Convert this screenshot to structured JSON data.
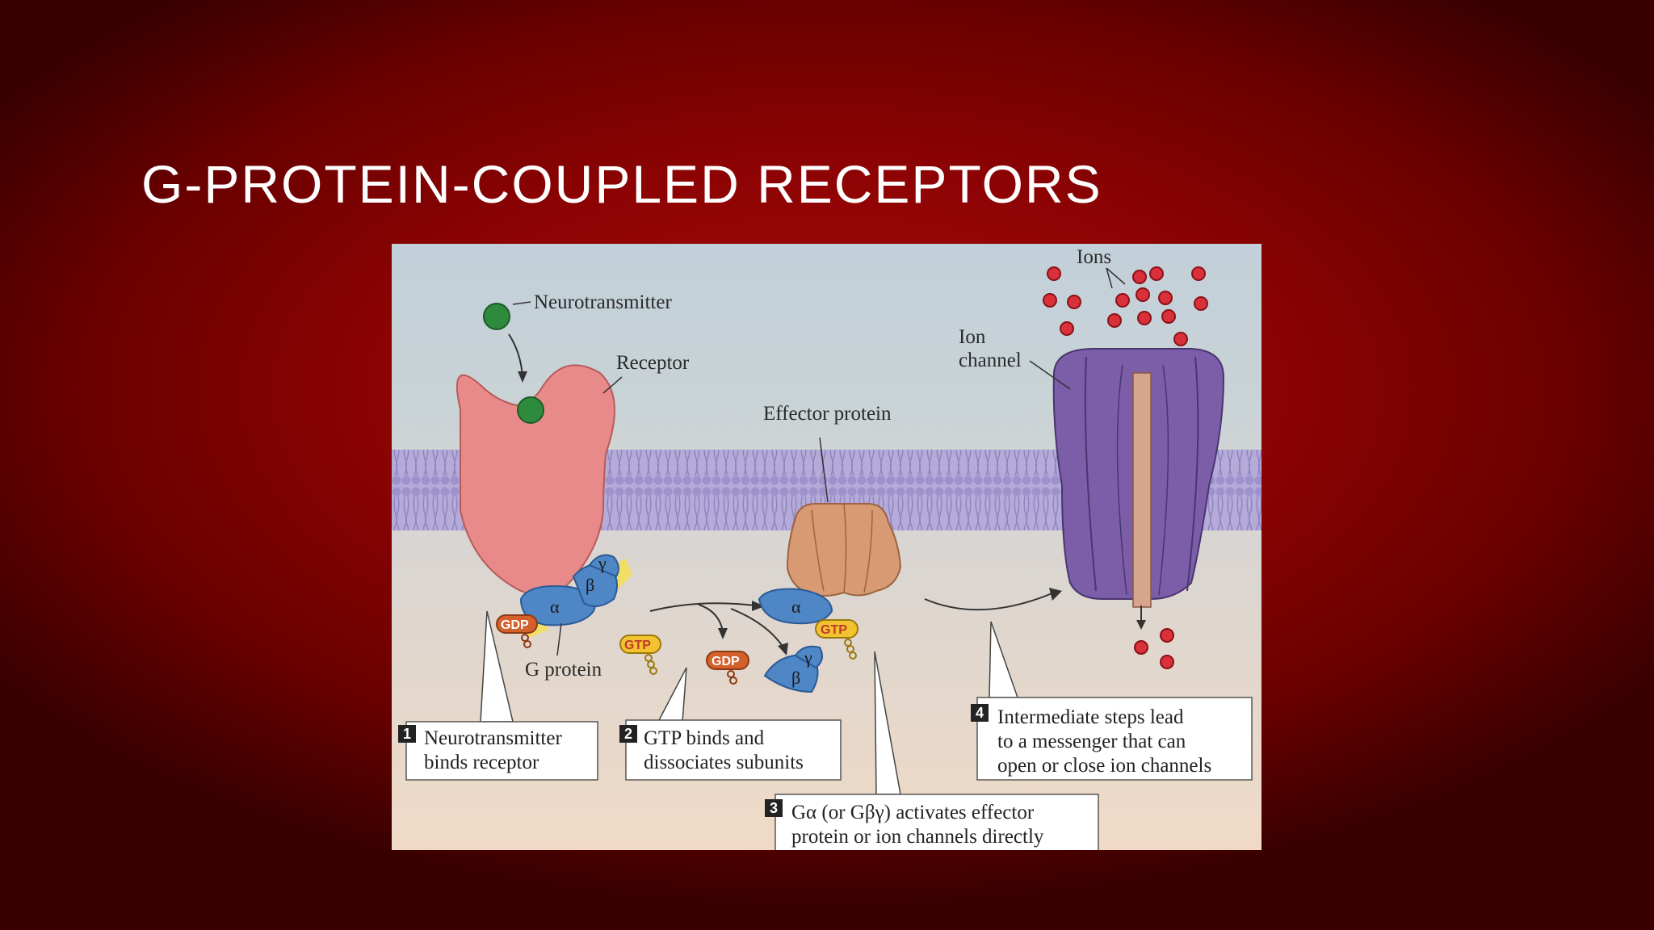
{
  "slide": {
    "title": "G-PROTEIN-COUPLED RECEPTORS"
  },
  "figure": {
    "labels": {
      "neurotransmitter": "Neurotransmitter",
      "receptor": "Receptor",
      "effector_protein": "Effector protein",
      "ions": "Ions",
      "ion_channel_line1": "Ion",
      "ion_channel_line2": "channel",
      "g_protein": "G protein"
    },
    "subunits": {
      "alpha": "α",
      "beta": "β",
      "gamma": "γ"
    },
    "nucleotides": {
      "gdp": "GDP",
      "gtp": "GTP"
    },
    "steps": [
      {
        "number": "1",
        "line1": "Neurotransmitter",
        "line2": "binds receptor"
      },
      {
        "number": "2",
        "line1": "GTP binds and",
        "line2": "dissociates subunits"
      },
      {
        "number": "3",
        "line1": "Gα (or Gβγ) activates effector",
        "line2": "protein or ion channels directly"
      },
      {
        "number": "4",
        "line1": "Intermediate steps lead",
        "line2": "to a messenger that can",
        "line3": "open or close ion channels"
      }
    ]
  },
  "colors": {
    "background": "#8c0303",
    "title": "#ffffff",
    "receptor": "#e98a8a",
    "g_protein": "#4f86c6",
    "effector": "#d89a72",
    "ion_channel": "#7b5ea7",
    "neurotransmitter": "#2e8b3e",
    "ions": "#d9303a",
    "gdp": "#d4602b",
    "gtp": "#f2c230",
    "membrane": "#a89bd0",
    "extracellular": "#c5d3dc",
    "cytoplasm": "#f1dcc8"
  }
}
